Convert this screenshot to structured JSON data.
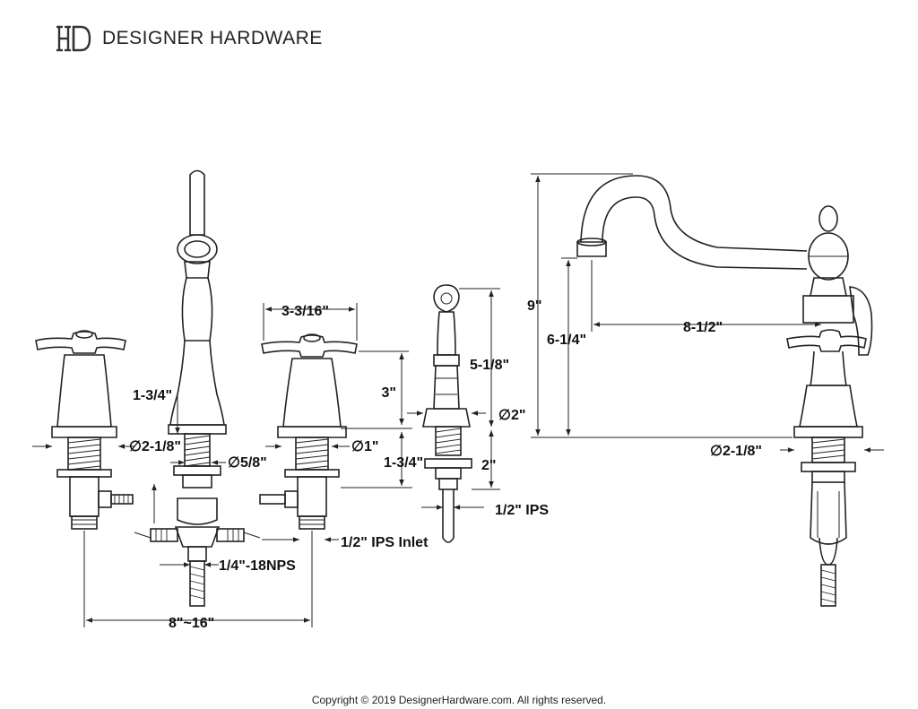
{
  "brand": {
    "name": "DESIGNER HARDWARE",
    "logo": "DH monogram logo"
  },
  "dimensions": {
    "d_3_3_16": "3-3/16\"",
    "d_1_3_4_top": "1-3/4\"",
    "d_dia_2_1_8_left": "∅2-1/8\"",
    "d_dia_5_8": "∅5/8\"",
    "d_dia_1": "∅1\"",
    "d_3": "3\"",
    "d_1_3_4_mid": "1-3/4\"",
    "d_5_1_8": "5-1/8\"",
    "d_dia_2": "∅2\"",
    "d_2": "2\"",
    "d_half_ips": "1/2\" IPS",
    "d_half_ips_inlet": "1/2\" IPS Inlet",
    "d_quarter_nps": "1/4\"-18NPS",
    "d_8_16": "8\"~16\"",
    "d_9": "9\"",
    "d_6_1_4": "6-1/4\"",
    "d_8_1_2": "8-1/2\"",
    "d_dia_2_1_8_right": "∅2-1/8\""
  },
  "copyright": "Copyright © 2019 DesignerHardware.com. All rights reserved."
}
